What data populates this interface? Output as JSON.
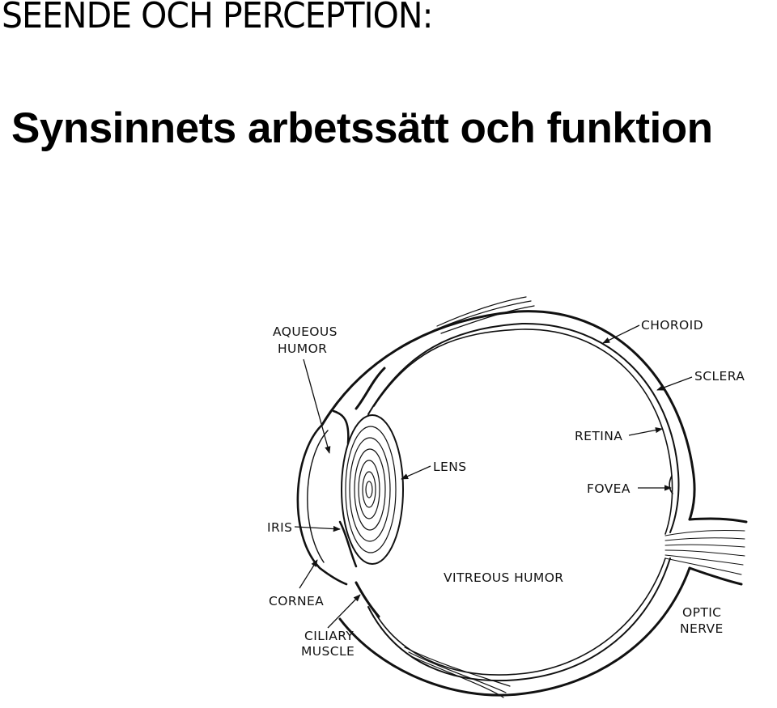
{
  "page": {
    "title": "SEENDE OCH PERCEPTION:",
    "subtitle": "Synsinnets arbetssätt och funktion"
  },
  "diagram": {
    "labels": {
      "aqueous_humor": [
        "AQUEOUS",
        "HUMOR"
      ],
      "choroid": "CHOROID",
      "sclera": "SCLERA",
      "retina": "RETINA",
      "lens": "LENS",
      "fovea": "FOVEA",
      "iris": "IRIS",
      "vitreous_humor": "VITREOUS HUMOR",
      "cornea": "CORNEA",
      "optic_nerve": [
        "OPTIC",
        "NERVE"
      ],
      "ciliary_muscle": [
        "CILIARY",
        "MUSCLE"
      ]
    }
  }
}
